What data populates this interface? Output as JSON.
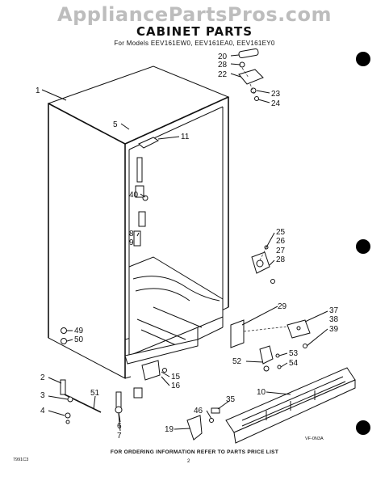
{
  "watermark": "AppliancePartsPros.com",
  "title": "CABINET PARTS",
  "models": "For Models EEV161EW0, EEV161EA0, EEV161EY0",
  "footer": "FOR ORDERING INFORMATION REFER TO PARTS PRICE LIST",
  "page_code": "7991C3",
  "page_number": "2",
  "ref_code": "VF-0N3A",
  "callouts": [
    "1",
    "5",
    "11",
    "40",
    "8",
    "9",
    "20",
    "28",
    "22",
    "23",
    "24",
    "25",
    "26",
    "27",
    "28",
    "29",
    "37",
    "38",
    "39",
    "49",
    "50",
    "53",
    "54",
    "52",
    "2",
    "3",
    "4",
    "51",
    "6",
    "7",
    "15",
    "16",
    "10",
    "35",
    "46",
    "19"
  ]
}
